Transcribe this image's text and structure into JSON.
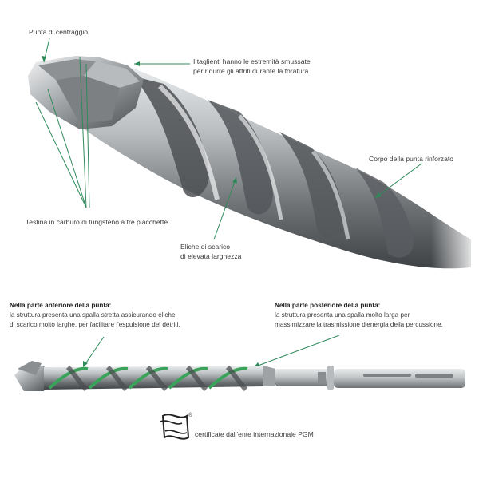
{
  "labels": {
    "centering_tip": "Punta di centraggio",
    "cutting_edges_line1": "I taglienti hanno le estremità smussate",
    "cutting_edges_line2": "per ridurre gli attriti durante la foratura",
    "reinforced_body": "Corpo della punta rinforzato",
    "carbide_head": "Testina in carburo di tungsteno a tre placchette",
    "flutes_line1": "Eliche di scarico",
    "flutes_line2": "di elevata larghezza"
  },
  "front_section": {
    "heading": "Nella parte anteriore della punta:",
    "line1": "la struttura presenta una spalla stretta assicurando eliche",
    "line2": "di scarico molto larghe, per facilitare l'espulsione dei detriti."
  },
  "rear_section": {
    "heading": "Nella parte posteriore della punta:",
    "line1": "la struttura presenta una spalla molto larga per",
    "line2": "massimizzare la trasmissione d'energia della percussione."
  },
  "certification": {
    "text": "certificate dall'ente internazionale PGM",
    "registered_mark": "®",
    "logo_icon": "pgm-logo-icon"
  },
  "colors": {
    "leader_line": "#2f8a5a",
    "steel_dark": "#5a5d60",
    "steel_light": "#d9dcde",
    "flute_green": "#3aa35a"
  }
}
